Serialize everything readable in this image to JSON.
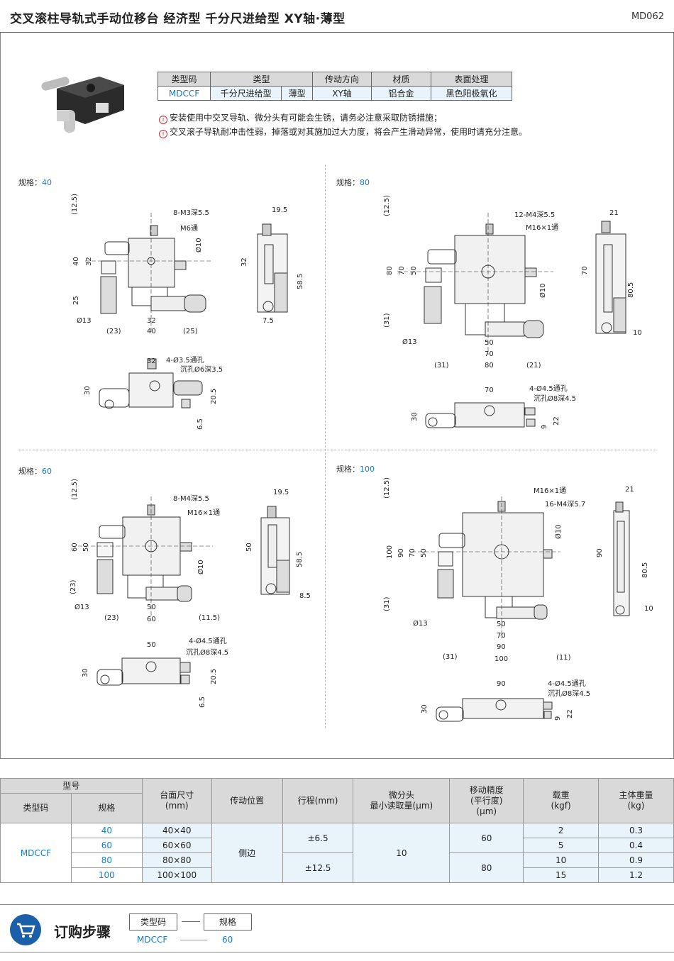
{
  "header": {
    "title": "交叉滚柱导轨式手动位移台  经济型  千分尺进给型  XY轴·薄型",
    "code": "MD062"
  },
  "spec_table": {
    "headers": [
      "类型码",
      "类型",
      "传动方向",
      "材质",
      "表面处理"
    ],
    "row": {
      "code": "MDCCF",
      "type1": "千分尺进给型",
      "type2": "薄型",
      "direction": "XY轴",
      "material": "铝合金",
      "surface": "黑色阳极氧化"
    }
  },
  "notes": [
    "安装使用中交叉导轨、微分头有可能会生锈，请务必注意采取防锈措施；",
    "交叉滚子导轨耐冲击性弱，掉落或对其施加过大力度，将会产生滑动异常，使用时请充分注意。"
  ],
  "sections": {
    "label_prefix": "规格：",
    "s40": {
      "size": "40",
      "callouts": [
        "8-M3深5.5",
        "M6通",
        "4-Ø3.5通孔",
        "沉孔Ø6深3.5"
      ],
      "dims": [
        "(12.5)",
        "40",
        "32",
        "25",
        "Ø13",
        "(23)",
        "32",
        "40",
        "(25)",
        "Ø10",
        "19.5",
        "32",
        "58.5",
        "7.5",
        "32",
        "30",
        "20.5",
        "6.5"
      ]
    },
    "s80": {
      "size": "80",
      "callouts": [
        "12-M4深5.5",
        "M16×1通",
        "4-Ø4.5通孔",
        "沉孔Ø8深4.5"
      ],
      "dims": [
        "(12.5)",
        "80",
        "70",
        "50",
        "(31)",
        "Ø13",
        "50",
        "70",
        "(31)",
        "80",
        "(21)",
        "Ø10",
        "21",
        "70",
        "80.5",
        "10",
        "70",
        "30",
        "9",
        "22"
      ]
    },
    "s60": {
      "size": "60",
      "callouts": [
        "8-M4深5.5",
        "M16×1通",
        "4-Ø4.5通孔",
        "沉孔Ø8深4.5"
      ],
      "dims": [
        "(12.5)",
        "60",
        "50",
        "(23)",
        "Ø13",
        "50",
        "(23)",
        "60",
        "(11.5)",
        "Ø10",
        "19.5",
        "50",
        "58.5",
        "8.5",
        "50",
        "30",
        "20.5",
        "6.5"
      ]
    },
    "s100": {
      "size": "100",
      "callouts": [
        "M16×1通",
        "16-M4深5.7",
        "4-Ø4.5通孔",
        "沉孔Ø8深4.5"
      ],
      "dims": [
        "(12.5)",
        "100",
        "90",
        "70",
        "50",
        "Ø10",
        "(31)",
        "Ø13",
        "50",
        "70",
        "90",
        "(31)",
        "100",
        "(11)",
        "21",
        "90",
        "80.5",
        "10",
        "90",
        "30",
        "9",
        "22"
      ]
    }
  },
  "main_table": {
    "header": {
      "model": "型号",
      "code": "类型码",
      "size": "规格",
      "table_size": "台面尺寸\n(mm)",
      "drive_pos": "传动位置",
      "travel": "行程(mm)",
      "micro": "微分头\n最小读取量(μm)",
      "accuracy": "移动精度\n(平行度)\n(μm)",
      "load": "载重\n(kgf)",
      "weight": "主体重量\n(kg)"
    },
    "code": "MDCCF",
    "drive_pos": "侧边",
    "micro": "10",
    "travel_a": "±6.5",
    "travel_b": "±12.5",
    "acc_a": "60",
    "acc_b": "80",
    "rows": [
      {
        "size": "40",
        "table": "40×40",
        "load": "2",
        "weight": "0.3"
      },
      {
        "size": "60",
        "table": "60×60",
        "load": "5",
        "weight": "0.4"
      },
      {
        "size": "80",
        "table": "80×80",
        "load": "10",
        "weight": "0.9"
      },
      {
        "size": "100",
        "table": "100×100",
        "load": "15",
        "weight": "1.2"
      }
    ]
  },
  "order": {
    "title": "订购步骤",
    "box1": "类型码",
    "box2": "规格",
    "val1": "MDCCF",
    "val2": "60"
  },
  "colors": {
    "accent": "#1a7bbf",
    "header_gray": "#d9d9d9",
    "highlight": "#e8f3fa",
    "brand": "#1a5fa8"
  }
}
